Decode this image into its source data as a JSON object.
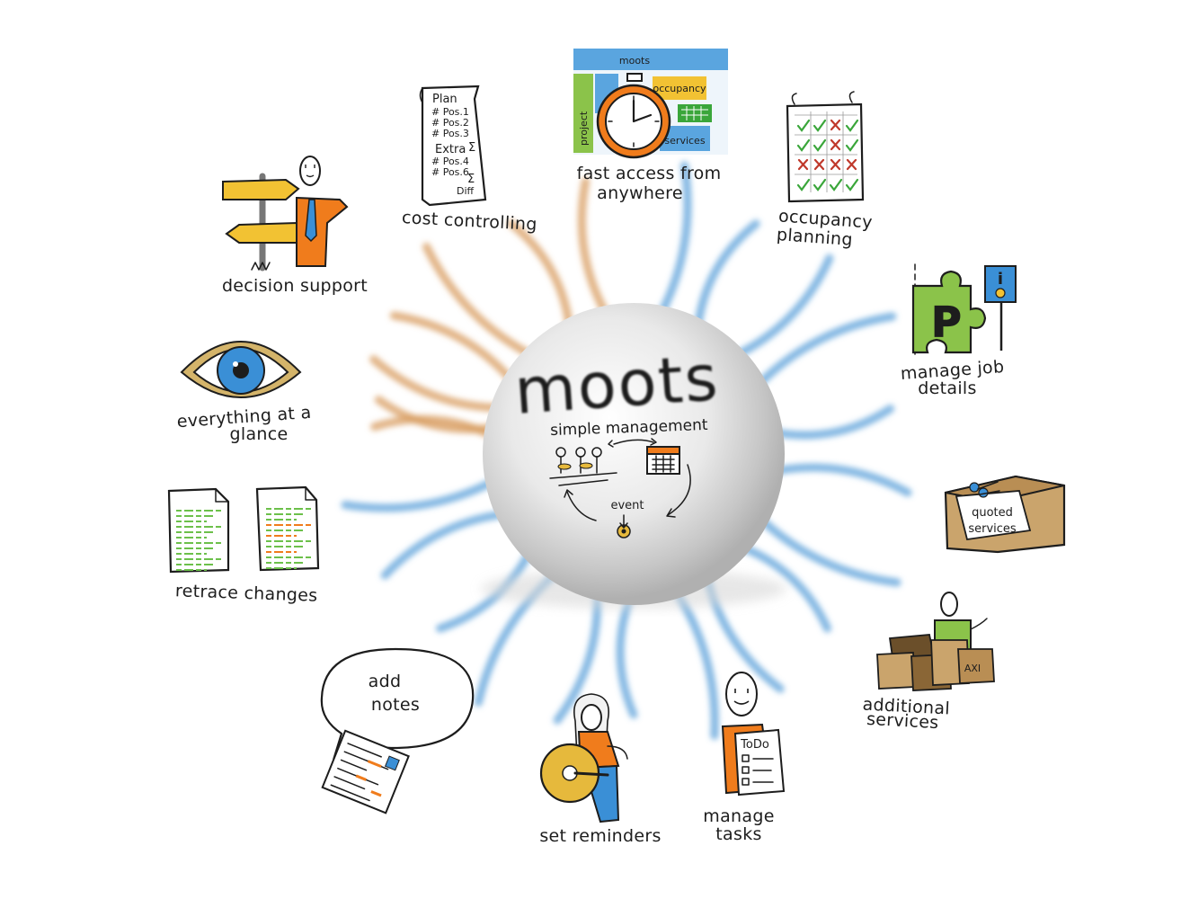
{
  "center": {
    "brand": "moots",
    "subtitle": "simple management",
    "event": "event"
  },
  "features": {
    "fast_access_line1": "fast access from",
    "fast_access_line2": "anywhere",
    "fast_access_screen_brand": "moots",
    "fast_access_occupancy": "occupancy",
    "fast_access_project": "project",
    "fast_access_services": "services",
    "cost_controlling": "cost controlling",
    "cost_plan_title": "Plan",
    "cost_plan_lines": [
      "# Pos.1",
      "# Pos.2",
      "# Pos.3"
    ],
    "cost_extra": "Extra",
    "cost_extra_lines": [
      "# Pos.4",
      "# Pos.6"
    ],
    "cost_sigma": "Σ",
    "cost_diff": "Diff",
    "decision_support": "decision support",
    "occupancy_line1": "occupancy",
    "occupancy_line2": "planning",
    "manage_job_line1": "manage job",
    "manage_job_line2": "details",
    "manage_job_letter": "P",
    "manage_job_info": "i",
    "glance_line1": "everything at a",
    "glance_line2": "glance",
    "quoted_line1": "quoted",
    "quoted_line2": "services",
    "retrace_changes": "retrace changes",
    "additional_line1": "additional",
    "additional_line2": "services",
    "additional_box_label": "AXI",
    "add_notes_line1": "add",
    "add_notes_line2": "notes",
    "set_reminders": "set reminders",
    "manage_tasks_line1": "manage",
    "manage_tasks_line2": "tasks",
    "todo_label": "ToDo"
  },
  "colors": {
    "moots_blue": "#3a8fd6",
    "ray_blue": "#5a9fd8",
    "ray_orange": "#d79a5c",
    "orange": "#f07c1c",
    "yellow": "#f2c233",
    "green": "#8bc34a",
    "green_check": "#3aa63a",
    "red_cross": "#c0392b",
    "cardboard": "#caa46c",
    "ink": "#1d1d1d"
  }
}
